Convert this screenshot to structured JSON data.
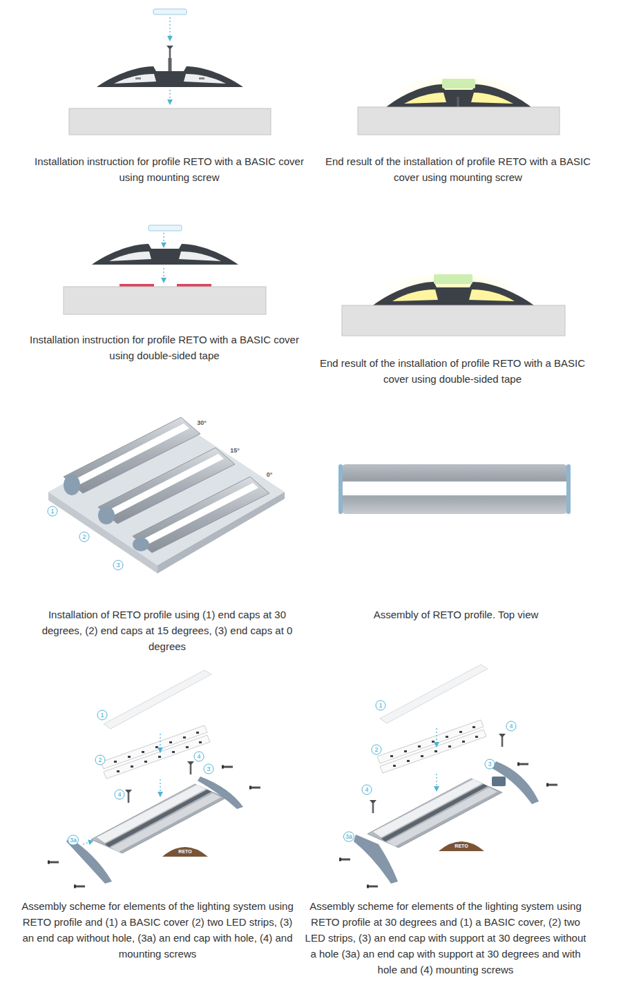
{
  "diagram": {
    "labels": [
      "Installation instruction for profile RETO with a BASIC cover using mounting screw",
      "End result of the installation of profile RETO with a BASIC cover using mounting screw",
      "Installation instruction for profile RETO with a BASIC cover using double-sided tape",
      "End result of the installation of profile RETO with a BASIC cover using double-sided tape",
      "30°",
      "15°",
      "0°",
      "1",
      "2",
      "3",
      "Installation of RETO profile using (1) end caps at 30 degrees, (2) end caps at 15 degrees, (3) end caps at 0 degrees",
      "Assembly of RETO profile. Top view",
      "1",
      "2",
      "4",
      "3",
      "4",
      "3a",
      "RETO",
      "Assembly scheme for elements of the lighting system using RETO profile and (1) a BASIC cover (2) two LED strips, (3) an end cap without hole, (3a) an end cap with hole, (4) and mounting screws",
      "1",
      "4",
      "2",
      "3",
      "4",
      "3a",
      "RETO",
      "Assembly scheme for elements of the lighting system using RETO profile at 30 degrees and (1) a BASIC cover, (2) two LED strips, (3) an end cap with support at 30 degrees without a hole (3a) an end cap with support at 30 degrees and with hole and (4) mounting screws"
    ]
  }
}
